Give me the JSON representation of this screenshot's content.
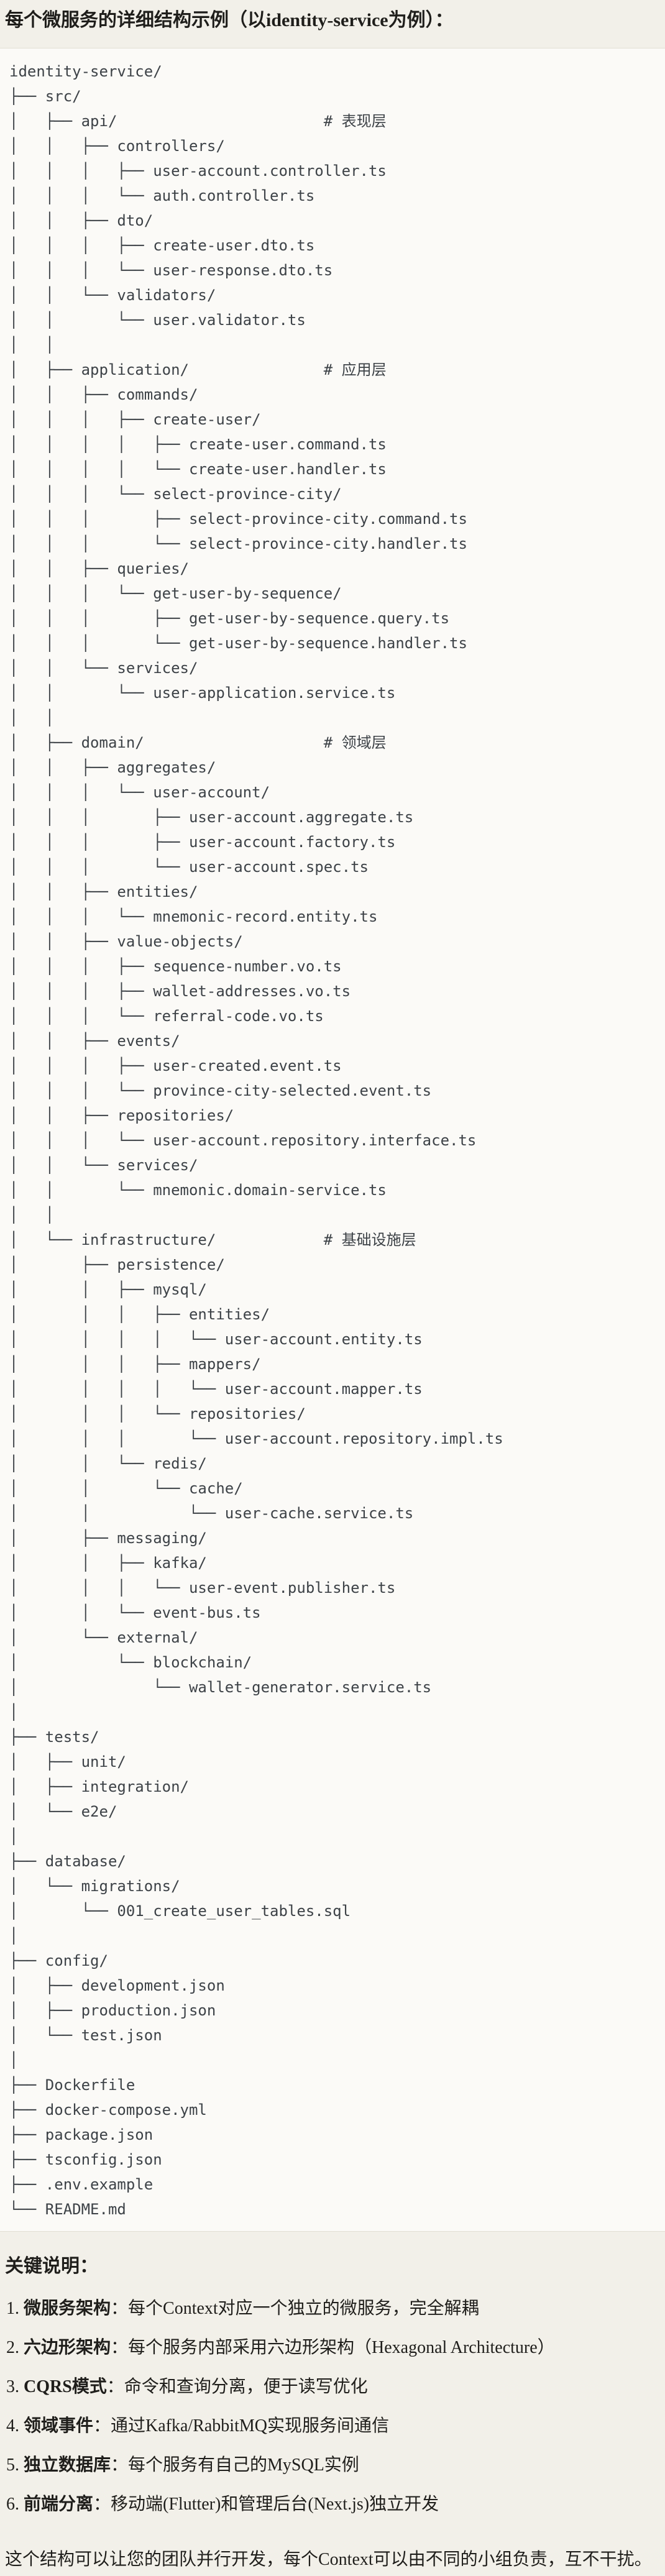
{
  "title": "每个微服务的详细结构示例（以identity-service为例）：",
  "tree_lines": [
    "identity-service/",
    "├── src/",
    "│   ├── api/                       # 表现层",
    "│   │   ├── controllers/",
    "│   │   │   ├── user-account.controller.ts",
    "│   │   │   └── auth.controller.ts",
    "│   │   ├── dto/",
    "│   │   │   ├── create-user.dto.ts",
    "│   │   │   └── user-response.dto.ts",
    "│   │   └── validators/",
    "│   │       └── user.validator.ts",
    "│   │",
    "│   ├── application/               # 应用层",
    "│   │   ├── commands/",
    "│   │   │   ├── create-user/",
    "│   │   │   │   ├── create-user.command.ts",
    "│   │   │   │   └── create-user.handler.ts",
    "│   │   │   └── select-province-city/",
    "│   │   │       ├── select-province-city.command.ts",
    "│   │   │       └── select-province-city.handler.ts",
    "│   │   ├── queries/",
    "│   │   │   └── get-user-by-sequence/",
    "│   │   │       ├── get-user-by-sequence.query.ts",
    "│   │   │       └── get-user-by-sequence.handler.ts",
    "│   │   └── services/",
    "│   │       └── user-application.service.ts",
    "│   │",
    "│   ├── domain/                    # 领域层",
    "│   │   ├── aggregates/",
    "│   │   │   └── user-account/",
    "│   │   │       ├── user-account.aggregate.ts",
    "│   │   │       ├── user-account.factory.ts",
    "│   │   │       └── user-account.spec.ts",
    "│   │   ├── entities/",
    "│   │   │   └── mnemonic-record.entity.ts",
    "│   │   ├── value-objects/",
    "│   │   │   ├── sequence-number.vo.ts",
    "│   │   │   ├── wallet-addresses.vo.ts",
    "│   │   │   └── referral-code.vo.ts",
    "│   │   ├── events/",
    "│   │   │   ├── user-created.event.ts",
    "│   │   │   └── province-city-selected.event.ts",
    "│   │   ├── repositories/",
    "│   │   │   └── user-account.repository.interface.ts",
    "│   │   └── services/",
    "│   │       └── mnemonic.domain-service.ts",
    "│   │",
    "│   └── infrastructure/            # 基础设施层",
    "│       ├── persistence/",
    "│       │   ├── mysql/",
    "│       │   │   ├── entities/",
    "│       │   │   │   └── user-account.entity.ts",
    "│       │   │   ├── mappers/",
    "│       │   │   │   └── user-account.mapper.ts",
    "│       │   │   └── repositories/",
    "│       │   │       └── user-account.repository.impl.ts",
    "│       │   └── redis/",
    "│       │       └── cache/",
    "│       │           └── user-cache.service.ts",
    "│       ├── messaging/",
    "│       │   ├── kafka/",
    "│       │   │   └── user-event.publisher.ts",
    "│       │   └── event-bus.ts",
    "│       └── external/",
    "│           └── blockchain/",
    "│               └── wallet-generator.service.ts",
    "│",
    "├── tests/",
    "│   ├── unit/",
    "│   ├── integration/",
    "│   └── e2e/",
    "│",
    "├── database/",
    "│   └── migrations/",
    "│       └── 001_create_user_tables.sql",
    "│",
    "├── config/",
    "│   ├── development.json",
    "│   ├── production.json",
    "│   └── test.json",
    "│",
    "├── Dockerfile",
    "├── docker-compose.yml",
    "├── package.json",
    "├── tsconfig.json",
    "├── .env.example",
    "└── README.md"
  ],
  "notes": {
    "title": "关键说明：",
    "items": [
      {
        "num": "1.",
        "term": "微服务架构",
        "desc": "：每个Context对应一个独立的微服务，完全解耦"
      },
      {
        "num": "2.",
        "term": "六边形架构",
        "desc": "：每个服务内部采用六边形架构（Hexagonal Architecture）"
      },
      {
        "num": "3.",
        "term": "CQRS模式",
        "desc": "：命令和查询分离，便于读写优化"
      },
      {
        "num": "4.",
        "term": "领域事件",
        "desc": "：通过Kafka/RabbitMQ实现服务间通信"
      },
      {
        "num": "5.",
        "term": "独立数据库",
        "desc": "：每个服务有自己的MySQL实例"
      },
      {
        "num": "6.",
        "term": "前端分离",
        "desc": "：移动端(Flutter)和管理后台(Next.js)独立开发"
      }
    ]
  },
  "closing": "这个结构可以让您的团队并行开发，每个Context可以由不同的小组负责，互不干扰。",
  "colors": {
    "page_bg": "#F2F0E9",
    "code_bg": "#FBFAF7",
    "border": "#E2DFD4",
    "code_text": "#3D4247",
    "body_text": "#1F1E1B"
  }
}
